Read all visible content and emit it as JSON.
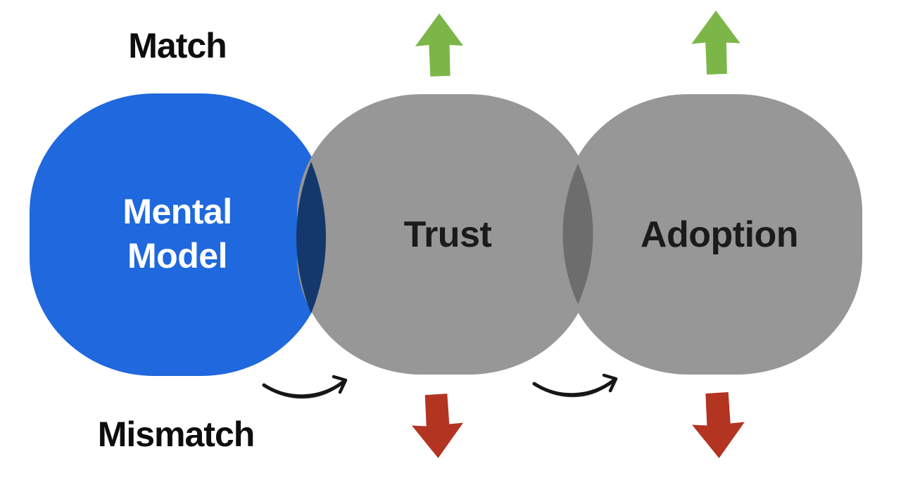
{
  "diagram": {
    "outcome_labels": {
      "positive": "Match",
      "negative": "Mismatch"
    },
    "nodes": [
      {
        "label": "Mental Model",
        "fill": "#1f68dd",
        "text_color": "#ffffff"
      },
      {
        "label": "Trust",
        "fill": "#979797",
        "text_color": "#1b1b1b"
      },
      {
        "label": "Adoption",
        "fill": "#979797",
        "text_color": "#1b1b1b"
      }
    ],
    "overlaps": [
      {
        "between": "mental-model-and-trust",
        "color": "#14386b"
      },
      {
        "between": "trust-and-adoption",
        "color": "#6d6d6d"
      }
    ],
    "arrows": {
      "up_color": "#7cb648",
      "down_color": "#b23421",
      "sketch_color": "#161616"
    },
    "background_color": "#ffffff"
  }
}
